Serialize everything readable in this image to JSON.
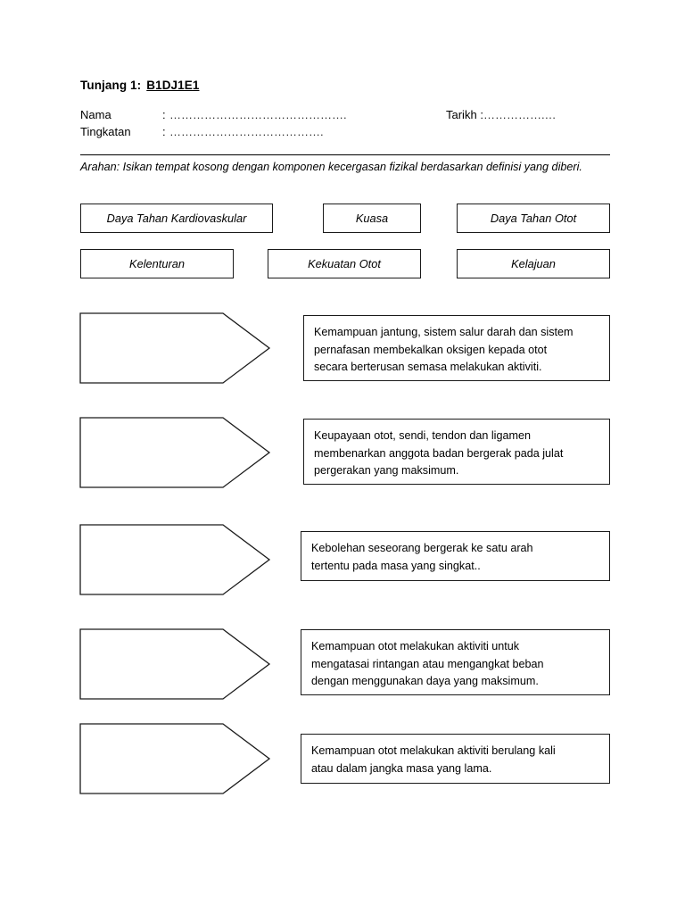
{
  "header": {
    "title_prefix": "Tunjang 1:",
    "title_code": "B1DJ1E1",
    "fields": [
      {
        "label": "Nama",
        "colon": ":",
        "dots": "………………………………………."
      },
      {
        "label": "Tingkatan",
        "colon": ":",
        "dots": "…………………………………."
      }
    ],
    "date_field": {
      "label": "Tarikh",
      "colon": ":",
      "dots": "…………….…"
    },
    "instruction": "Arahan: Isikan tempat kosong dengan komponen kecergasan fizikal berdasarkan definisi yang diberi."
  },
  "word_bank": {
    "row1": [
      {
        "label": "Daya Tahan Kardiovaskular"
      },
      {
        "label": "Kuasa"
      },
      {
        "label": "Daya Tahan Otot"
      }
    ],
    "row2": [
      {
        "label": "Kelenturan"
      },
      {
        "label": "Kekuatan Otot"
      },
      {
        "label": "Kelajuan"
      }
    ]
  },
  "items": [
    {
      "answer_blank": "",
      "definition_lines": [
        "Kemampuan jantung, sistem salur darah dan sistem",
        "pernafasan membekalkan oksigen kepada otot",
        "secara berterusan semasa melakukan aktiviti."
      ]
    },
    {
      "answer_blank": "",
      "definition_lines": [
        "Keupayaan otot, sendi, tendon dan ligamen",
        "membenarkan anggota badan bergerak pada julat",
        "pergerakan yang maksimum."
      ]
    },
    {
      "answer_blank": "",
      "definition_lines": [
        "Kebolehan seseorang bergerak ke satu arah",
        "tertentu pada masa yang singkat.."
      ]
    },
    {
      "answer_blank": "",
      "definition_lines": [
        "Kemampuan otot melakukan aktiviti untuk",
        "mengatasai rintangan atau mengangkat beban",
        "dengan menggunakan daya yang maksimum."
      ]
    },
    {
      "answer_blank": "",
      "definition_lines": [
        "Kemampuan otot melakukan aktiviti berulang kali",
        "atau dalam jangka masa yang lama."
      ]
    }
  ],
  "colors": {
    "ink": "#000000",
    "border": "#1a1a1a",
    "paper": "#ffffff"
  }
}
